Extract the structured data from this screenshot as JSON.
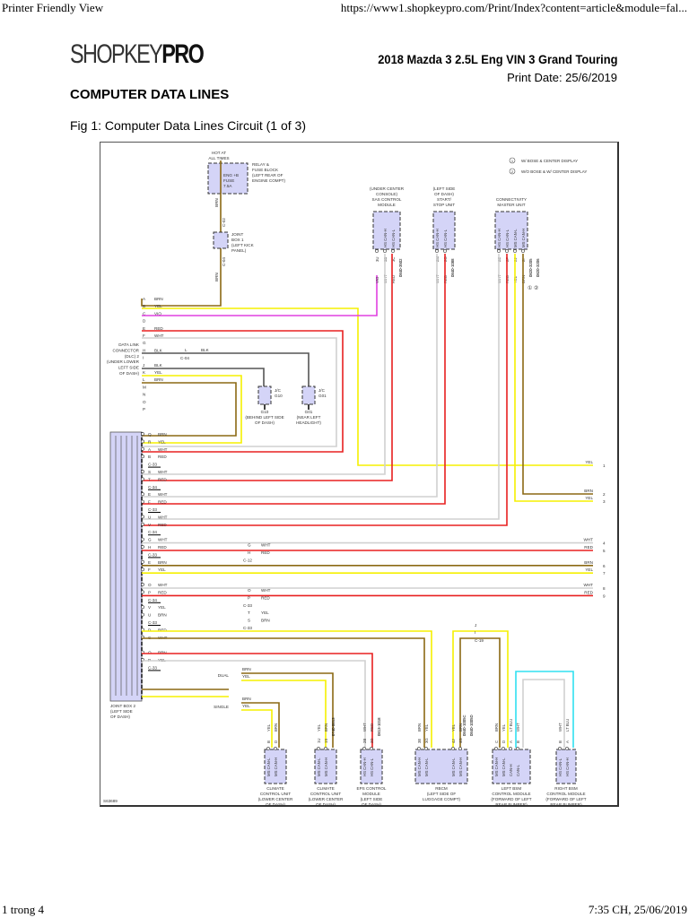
{
  "print_header": {
    "left": "Printer Friendly View",
    "right": "https://www1.shopkeypro.com/Print/Index?content=article&module=fal..."
  },
  "print_footer": {
    "left": "1 trong 4",
    "right": "7:35 CH, 25/06/2019"
  },
  "brand": {
    "logo_light": "SHOPKEY",
    "logo_bold": "PRO"
  },
  "vehicle": "2018 Mazda 3 2.5L Eng VIN 3 Grand Touring",
  "print_date": "Print Date: 25/6/2019",
  "page_title": "COMPUTER DATA LINES",
  "figure_caption": "Fig 1: Computer Data Lines Circuit (1 of 3)",
  "diagram": {
    "id": "S63689",
    "wire_colors": {
      "BRN": "#8B6914",
      "YEL": "#F5F000",
      "VIO": "#E040E0",
      "RED": "#E82020",
      "WHT": "#D0D0D0",
      "BLK": "#555555",
      "LTBLU": "#30E0F0"
    },
    "legend": [
      {
        "mark": "1",
        "text": "W/ BOSE & CENTER DISPLAY"
      },
      {
        "mark": "2",
        "text": "W/O BOSE & W/ CENTER DISPLAY"
      }
    ],
    "hot_at": "HOT AT ALL TIMES",
    "fuse": {
      "name": "ENG +B FUSE 7.5A",
      "location": "RELAY & FUSE BLOCK (LEFT REAR OF ENGINE COMPT)"
    },
    "joint_box1": {
      "name": "JOINT BOX 1",
      "location": "(LEFT KICK PANEL)",
      "pins": [
        "V",
        "B"
      ],
      "connectors": [
        "C-02",
        "C-04"
      ]
    },
    "dlc": {
      "name": "DATA LINK CONNECTOR (DLC) 2",
      "location": "(UNDER LOWER LEFT SIDE OF DASH)",
      "pins": [
        {
          "pin": "A",
          "wire": "BRN"
        },
        {
          "pin": "B",
          "wire": "YEL"
        },
        {
          "pin": "C",
          "wire": "VIO"
        },
        {
          "pin": "D",
          "wire": ""
        },
        {
          "pin": "E",
          "wire": "RED"
        },
        {
          "pin": "F",
          "wire": "WHT"
        },
        {
          "pin": "G",
          "wire": ""
        },
        {
          "pin": "H",
          "wire": "BLK"
        },
        {
          "pin": "I",
          "wire": ""
        },
        {
          "pin": "J",
          "wire": "BLK"
        },
        {
          "pin": "K",
          "wire": "YEL"
        },
        {
          "pin": "L",
          "wire": "BRN"
        },
        {
          "pin": "M",
          "wire": ""
        },
        {
          "pin": "N",
          "wire": ""
        },
        {
          "pin": "O",
          "wire": ""
        },
        {
          "pin": "P",
          "wire": ""
        }
      ],
      "splice": {
        "pin": "L",
        "wire": "BLK",
        "connector": "C-04"
      }
    },
    "grounds": [
      {
        "name": "J/C G10",
        "ground": "G10",
        "location": "(BEHIND LEFT SIDE OF DASH)"
      },
      {
        "name": "J/C G01",
        "ground": "G01",
        "location": "(NEAR LEFT HEADLIGHT)"
      }
    ],
    "top_modules": [
      {
        "location": "(UNDER CENTER CONSOLE)",
        "name": "SAS CONTROL MODULE",
        "pins": [
          {
            "pin": "3U",
            "wire": "VIO"
          },
          {
            "pin": "3B",
            "wire": "WHT",
            "sig": "HS CAN-H"
          },
          {
            "pin": "3C",
            "wire": "RED",
            "sig": "HS CAN-L"
          }
        ],
        "conn": "0840-3502"
      },
      {
        "location": "(LEFT SIDE OF DASH)",
        "name": "START/ STOP UNIT",
        "pins": [
          {
            "pin": "2M",
            "wire": "WHT",
            "sig": "HS CAN-H"
          },
          {
            "pin": "2O",
            "wire": "RED",
            "sig": "HS CAN-L"
          }
        ],
        "conn": "0840-1088"
      },
      {
        "location": "",
        "name": "CONNECTIVITY MASTER UNIT",
        "pins": [
          {
            "pin": "2E",
            "wire": "WHT",
            "sig": "HS CAN-H"
          },
          {
            "pin": "2F",
            "wire": "RED",
            "sig": "HS CAN-L"
          },
          {
            "pin": "2J",
            "wire": "YEL",
            "sig": "MS CAN-L"
          },
          {
            "pin": "2I",
            "wire": "BRN",
            "sig": "MS CAN-H"
          }
        ],
        "conn": "0820-3205",
        "conn2": "0820-3206",
        "notes": "1 2"
      }
    ],
    "joint_box2": {
      "name": "JOINT BOX 2",
      "location": "(LEFT SIDE OF DASH)",
      "groups": [
        {
          "connector": "C-33",
          "pins": [
            {
              "pin": "Q",
              "wire": "BRN"
            },
            {
              "pin": "R",
              "wire": "YEL"
            },
            {
              "pin": "A",
              "wire": "WHT"
            },
            {
              "pin": "B",
              "wire": "RED"
            }
          ]
        },
        {
          "connector": "C-34",
          "pins": [
            {
              "pin": "S",
              "wire": "WHT"
            },
            {
              "pin": "T",
              "wire": "RED"
            }
          ]
        },
        {
          "connector": "C-33",
          "pins": [
            {
              "pin": "E",
              "wire": "WHT"
            },
            {
              "pin": "F",
              "wire": "RED"
            }
          ]
        },
        {
          "connector": "C-34",
          "pins": [
            {
              "pin": "U",
              "wire": "WHT"
            },
            {
              "pin": "V",
              "wire": "RED"
            }
          ]
        },
        {
          "connector": "C-33",
          "pins": [
            {
              "pin": "G",
              "wire": "WHT"
            },
            {
              "pin": "H",
              "wire": "RED"
            }
          ],
          "splice": {
            "connector": "C-12",
            "pins": [
              {
                "pin": "G",
                "wire": "WHT"
              },
              {
                "pin": "H",
                "wire": "RED"
              }
            ]
          }
        },
        {
          "connector": "",
          "pins": [
            {
              "pin": "E",
              "wire": "BRN"
            },
            {
              "pin": "F",
              "wire": "YEL"
            }
          ]
        },
        {
          "connector": "C-34",
          "pins": [
            {
              "pin": "O",
              "wire": "WHT"
            },
            {
              "pin": "P",
              "wire": "RED"
            }
          ],
          "splice": {
            "connector": "C-33",
            "pins": [
              {
                "pin": "O",
                "wire": "WHT"
              },
              {
                "pin": "P",
                "wire": "RED"
              }
            ]
          }
        },
        {
          "connector": "C-33",
          "pins": [
            {
              "pin": "V",
              "wire": "YEL"
            },
            {
              "pin": "U",
              "wire": "BRN"
            }
          ],
          "splice": {
            "connector": "C-33",
            "pins": [
              {
                "pin": "T",
                "wire": "YEL"
              },
              {
                "pin": "S",
                "wire": "BRN"
              }
            ]
          }
        },
        {
          "connector": "",
          "pins": [
            {
              "pin": "D",
              "wire": "RED"
            },
            {
              "pin": "C",
              "wire": "WHT"
            }
          ]
        },
        {
          "connector": "C-33",
          "pins": [
            {
              "pin": "O",
              "wire": "BRN"
            },
            {
              "pin": "P",
              "wire": "YEL"
            }
          ]
        }
      ]
    },
    "right_refs": [
      {
        "num": "1",
        "wire": "YEL"
      },
      {
        "num": "2",
        "wire": "BRN"
      },
      {
        "num": "3",
        "wire": "YEL"
      },
      {
        "num": "4",
        "wire": "WHT"
      },
      {
        "num": "5",
        "wire": "RED"
      },
      {
        "num": "6",
        "wire": "BRN"
      },
      {
        "num": "7",
        "wire": "YEL"
      },
      {
        "num": "8",
        "wire": "WHT"
      },
      {
        "num": "9",
        "wire": "RED"
      }
    ],
    "options": {
      "dual": "DUAL",
      "single": "SINGLE"
    },
    "bottom_modules": [
      {
        "name": "CLIMATE CONTROL UNIT",
        "location": "(LOWER CENTER OF DASH)",
        "pins": [
          {
            "pin": "B",
            "wire": "YEL",
            "sig": "MS CAN-L"
          },
          {
            "pin": "D",
            "wire": "BRN",
            "sig": "MS CAN-H"
          }
        ]
      },
      {
        "name": "CLIMATE CONTROL UNIT",
        "location": "(LOWER CENTER OF DASH)",
        "pins": [
          {
            "pin": "1U",
            "wire": "YEL",
            "sig": "MS CAN-L"
          },
          {
            "pin": "1S",
            "wire": "BRN",
            "sig": "MS CAN-H"
          }
        ],
        "conn": "0740-0013"
      },
      {
        "name": "EPS CONTROL MODULE",
        "location": "(LEFT SIDE OF DASH)",
        "pins": [
          {
            "pin": "2B",
            "wire": "WHT",
            "sig": "HS CAN-H"
          },
          {
            "pin": "2D",
            "wire": "RED",
            "sig": "HS CAN-L"
          }
        ],
        "conn": "0813-1018"
      },
      {
        "name": "RBCM",
        "location": "(LEFT SIDE OF LUGGAGE COMPT)",
        "pins": [
          {
            "pin": "3E",
            "wire": "BRN",
            "sig": "MS CAN-H"
          },
          {
            "pin": "3G",
            "wire": "YEL",
            "sig": "MS CAN-L"
          },
          {
            "pin": "4J",
            "wire": "YEL",
            "sig": "MS CAN-L"
          },
          {
            "pin": "4G",
            "wire": "BRN",
            "sig": "MS CAN-H"
          }
        ],
        "conn": "0840-1005C",
        "conn2": "0840-1005D"
      },
      {
        "name": "LEFT BSM CONTROL MODULE",
        "location": "(FORWARD OF LEFT REAR BUMPER)",
        "pins": [
          {
            "pin": "C",
            "wire": "BRN",
            "sig": "MS CAN-H"
          },
          {
            "pin": "D",
            "wire": "YEL",
            "sig": "MS CAN-L"
          },
          {
            "pin": "A",
            "wire": "LT BLU",
            "sig": "CAN-H"
          },
          {
            "pin": "B",
            "wire": "WHT",
            "sig": "CAN-L"
          }
        ]
      },
      {
        "name": "RIGHT BSM CONTROL MODULE",
        "location": "(FORWARD OF LEFT REAR BUMPER)",
        "pins": [
          {
            "pin": "B",
            "wire": "WHT",
            "sig": "HS CAN-L"
          },
          {
            "pin": "A",
            "wire": "LT BLU",
            "sig": "HS CAN-H"
          }
        ]
      }
    ],
    "bsm_splice": {
      "connector": "C-19",
      "pins": [
        "J",
        "I"
      ]
    }
  }
}
